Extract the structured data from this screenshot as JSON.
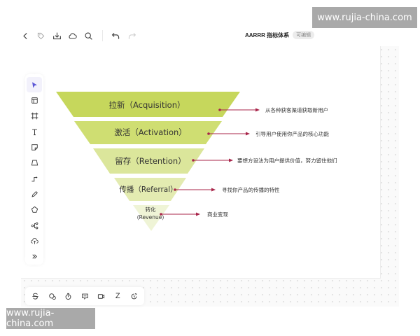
{
  "watermark": {
    "text": "www.rujia-china.com"
  },
  "topbar": {
    "icons": [
      "back-icon",
      "tag-icon",
      "download-icon",
      "cloud-icon",
      "search-icon",
      "undo-icon",
      "redo-icon"
    ],
    "title": "AARRR 指标体系",
    "badge": "可编辑"
  },
  "left_toolbar": {
    "tools": [
      "select-icon",
      "frame-layout-icon",
      "crop-frame-icon",
      "text-icon",
      "sticky-note-icon",
      "shape-icon",
      "connector-icon",
      "pen-icon",
      "polygon-icon",
      "mindmap-icon",
      "upload-icon",
      "more-icon"
    ]
  },
  "bottom_toolbar": {
    "tools": [
      "strikethrough-icon",
      "comment-icon",
      "timer-icon",
      "chat-icon",
      "video-icon",
      "z-icon",
      "clock-icon"
    ],
    "labels": {
      "strike": "S",
      "z": "Z"
    }
  },
  "funnel": {
    "colors": [
      "#c6d75c",
      "#cfde72",
      "#dbe69b",
      "#e3ebb1",
      "#eff4d6"
    ],
    "arrow_color": "#a8254a",
    "layers": [
      {
        "label": "拉新（Acquisition）",
        "description": "从各种获客渠道获取新用户"
      },
      {
        "label": "激活（Activation）",
        "description": "引导用户使用你产品的核心功能"
      },
      {
        "label": "留存（Retention）",
        "description": "要想方设法为用户提供价值，努力留住他们"
      },
      {
        "label": "传播（Referral）",
        "description": "寻找你产品的传播的特性"
      },
      {
        "label_line1": "转化",
        "label_line2": "(Revenue)",
        "description": "商业变现"
      }
    ]
  }
}
